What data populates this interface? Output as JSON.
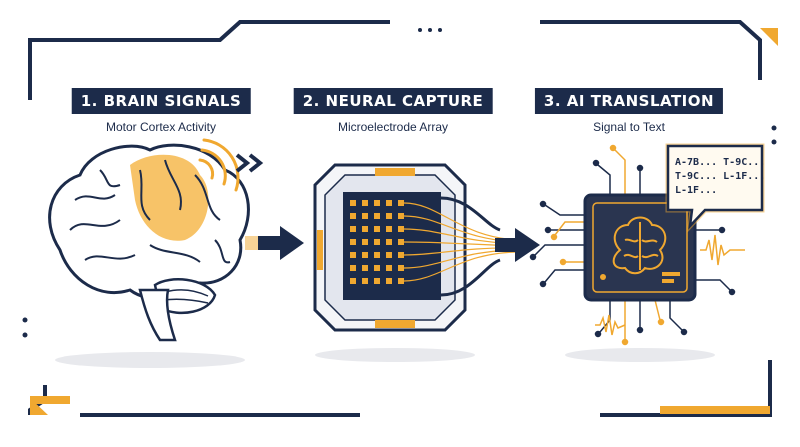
{
  "steps": [
    {
      "title": "1. BRAIN SIGNALS",
      "subtitle": "Motor Cortex Activity"
    },
    {
      "title": "2. NEURAL CAPTURE",
      "subtitle": "Microelectrode Array"
    },
    {
      "title": "3. AI TRANSLATION",
      "subtitle": "Signal to Text"
    }
  ],
  "decoded_lines": [
    "A-7B... T-9C...",
    "T-9C... L-1F...",
    "L-1F..."
  ],
  "colors": {
    "navy": "#1c2b4a",
    "accent": "#f0a830",
    "chip": "#2a3550"
  }
}
